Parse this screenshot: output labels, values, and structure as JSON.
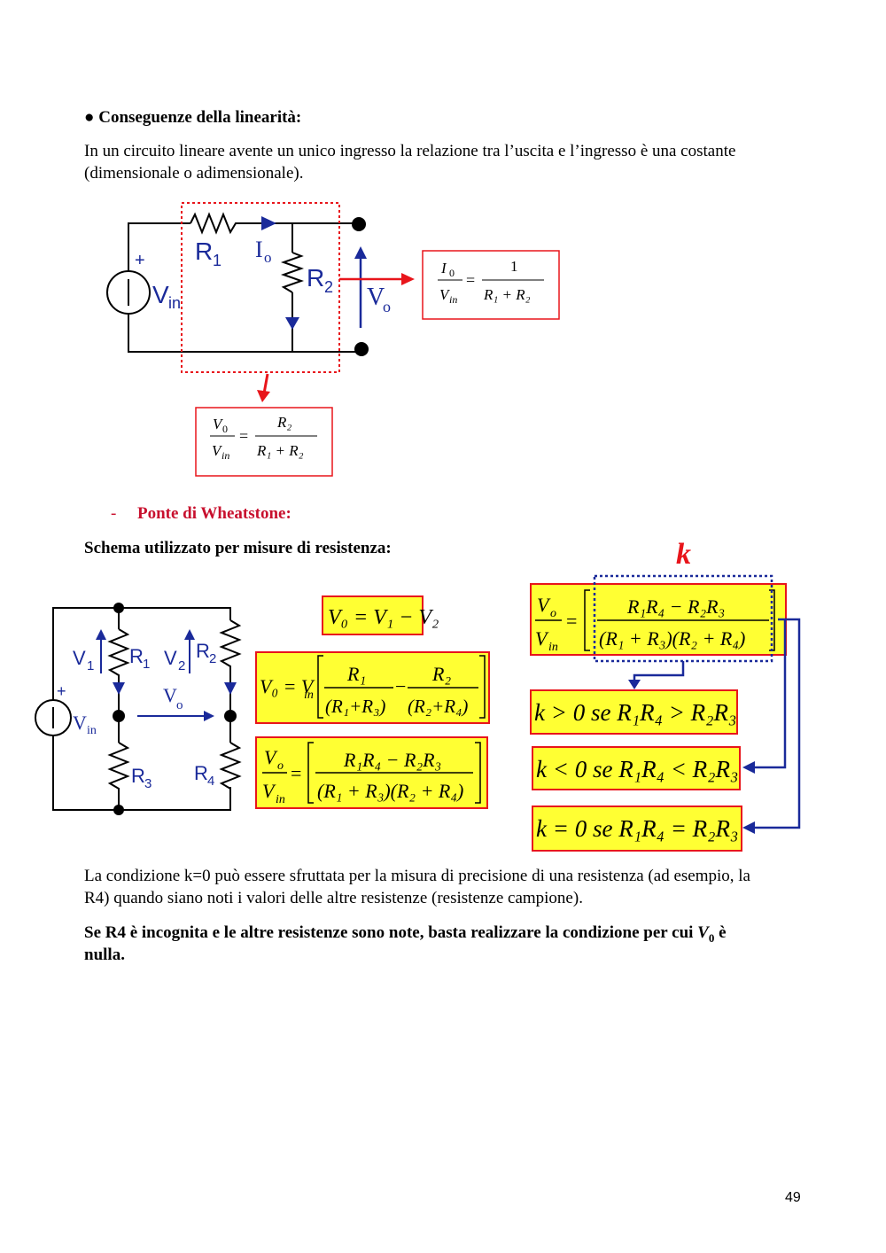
{
  "section1": {
    "heading": "● Conseguenze della linearità:",
    "paragraph_line1": "In un circuito lineare avente un unico ingresso la relazione tra l’uscita e l’ingresso è una costante",
    "paragraph_line2": "(dimensionale o adimensionale)."
  },
  "circuit1": {
    "plus": "+",
    "source_label": "V",
    "source_sub": "in",
    "r1": "R",
    "r1_sub": "1",
    "r2": "R",
    "r2_sub": "2",
    "io": "I",
    "io_sub": "o",
    "vo": "V",
    "vo_sub": "o",
    "formula_current": {
      "num_left": "I",
      "num_left_sub": "0",
      "den_left": "V",
      "den_left_sub": "in",
      "equals": "=",
      "num_right": "1",
      "den_right": "R₁ + R₂"
    },
    "formula_voltage": {
      "num_left": "V",
      "num_left_sub": "0",
      "den_left": "V",
      "den_left_sub": "in",
      "equals": "=",
      "num_right": "R₂",
      "den_right": "R₁ + R₂"
    }
  },
  "section2": {
    "dash": "-",
    "heading": "Ponte di Wheatstone:",
    "subheading": "Schema utilizzato per misure di resistenza:"
  },
  "bridge": {
    "v1": "V",
    "v1_sub": "1",
    "v2": "V",
    "v2_sub": "2",
    "r1": "R",
    "r1_sub": "1",
    "r2": "R",
    "r2_sub": "2",
    "r3": "R",
    "r3_sub": "3",
    "r4": "R",
    "r4_sub": "4",
    "vo": "V",
    "vo_sub": "o",
    "plus": "+",
    "vin": "V",
    "vin_sub": "in"
  },
  "formulas": {
    "f1": "V₀ = V₁ − V₂",
    "f2_left": "V₀ = V",
    "f2_left_sub": "in",
    "f2_frac1_num": "R₁",
    "f2_frac1_den": "(R₁+R₃)",
    "f2_minus": "−",
    "f2_frac2_num": "R₂",
    "f2_frac2_den": "(R₂+R₄)",
    "f3_num": "R₁R₄ − R₂R₃",
    "f3_den": "(R₁ + R₃)(R₂ + R₄)",
    "k_label": "k",
    "k_pos": "k > 0 se R₁R₄ > R₂R₃",
    "k_neg": "k < 0 se R₁R₄ < R₂R₃",
    "k_zero": "k = 0 se R₁R₄ = R₂R₃"
  },
  "section3": {
    "paragraph_line1": "La condizione k=0 può essere sfruttata per la misura di precisione di una resistenza (ad esempio, la",
    "paragraph_line2": "R4) quando siano noti i valori delle altre resistenze (resistenze campione).",
    "bold_line1_a": "Se R4 è incognita e le altre resistenze sono note, basta realizzare la condizione per cui ",
    "bold_line1_var": "V",
    "bold_line1_sub": "0",
    "bold_line1_b": " è",
    "bold_line2": "nulla."
  },
  "page_number": "49",
  "colors": {
    "highlight_yellow": "#ffff33",
    "box_red": "#e8151b",
    "arrow_blue": "#1a2a9a",
    "heading_red": "#c8102e"
  }
}
